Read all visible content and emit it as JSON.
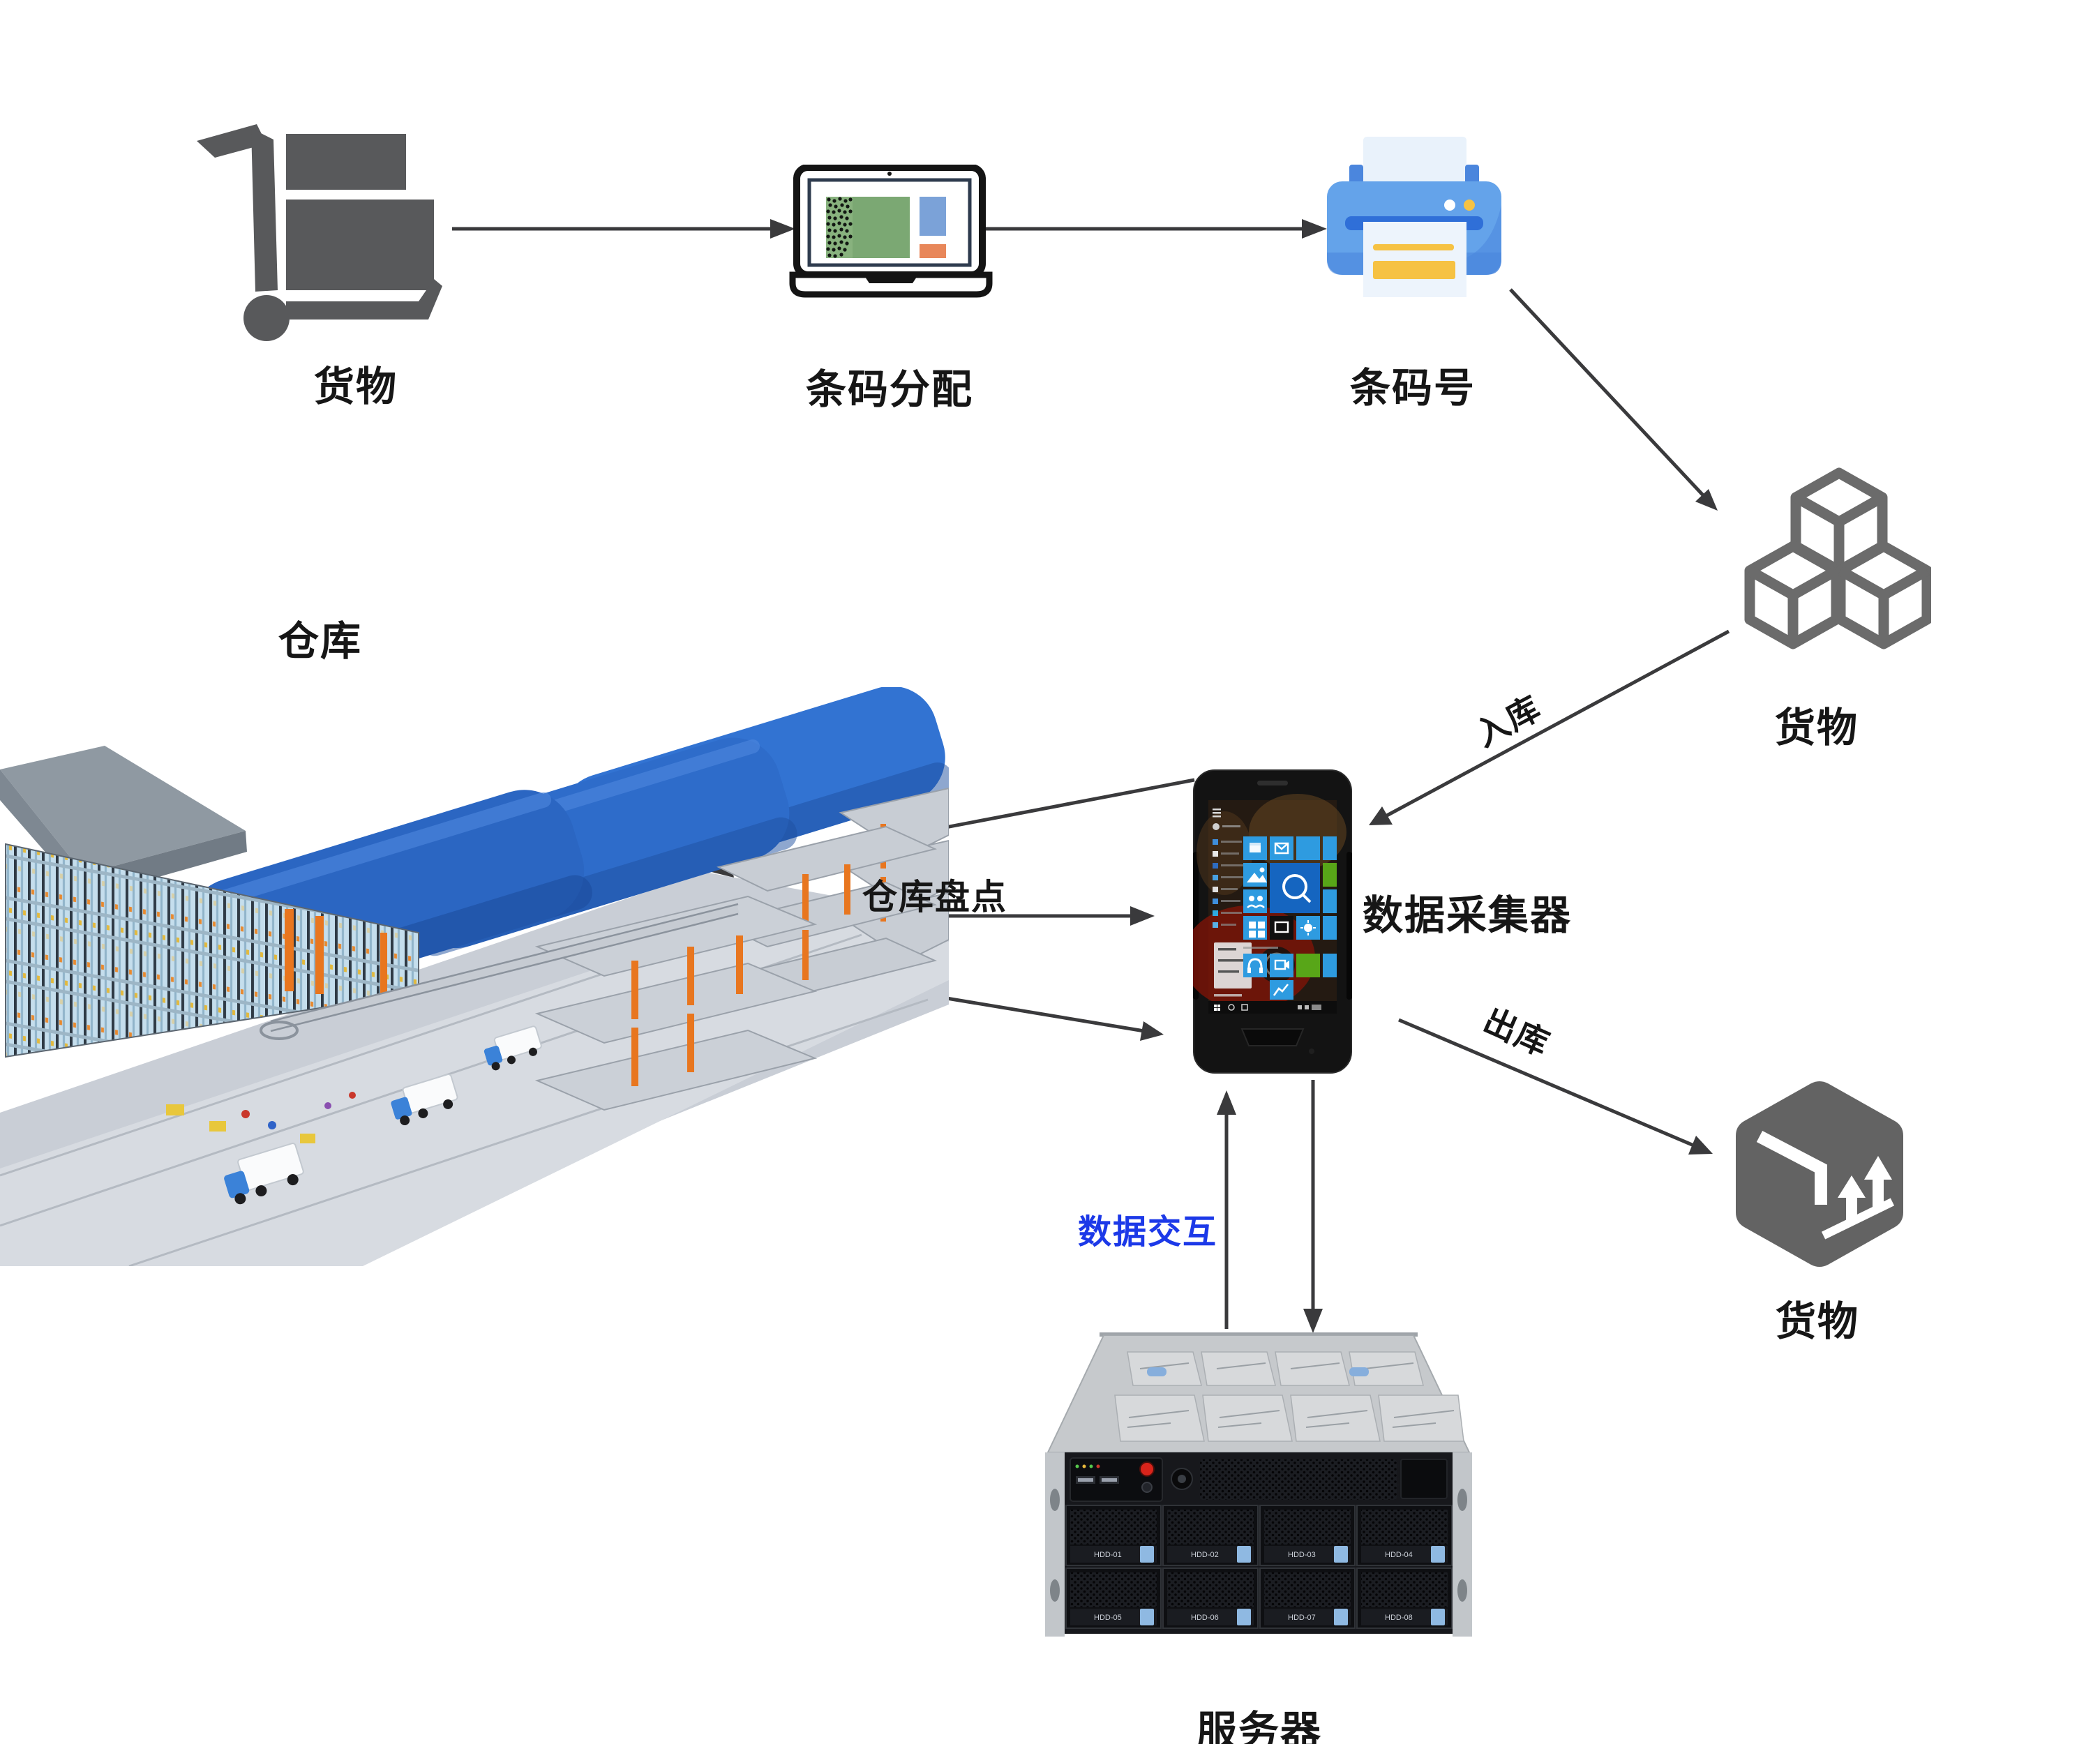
{
  "nodes": {
    "goods_top": {
      "label": "货物"
    },
    "barcode_allocation": {
      "label": "条码分配"
    },
    "barcode_number": {
      "label": "条码号"
    },
    "goods_right": {
      "label": "货物"
    },
    "warehouse": {
      "label": "仓库"
    },
    "data_collector": {
      "label": "数据采集器"
    },
    "goods_bottom": {
      "label": "货物"
    },
    "server": {
      "label": "服务器"
    }
  },
  "edges": {
    "inbound": {
      "label": "入库"
    },
    "outbound": {
      "label": "出库"
    },
    "stocktake": {
      "label": "仓库盘点"
    },
    "data_exchange": {
      "label": "数据交互",
      "color": "#1C39E8"
    }
  },
  "server": {
    "bays": [
      "HDD-01",
      "HDD-02",
      "HDD-03",
      "HDD-04",
      "HDD-05",
      "HDD-06",
      "HDD-07",
      "HDD-08"
    ]
  },
  "colors": {
    "arrow": "#3A3A3C",
    "data_exchange_text": "#1C39E8",
    "printer_blue": "#64A3EA",
    "printer_slot_blue": "#2F6FD8",
    "printer_yellow": "#F6C243",
    "roof_blue": "#2E6CCA",
    "icon_gray": "#58595B",
    "cube_outline": "#6B6B6B",
    "screen_green": "#7BA873",
    "screen_blue": "#7BA2D8",
    "screen_orange": "#E8875A"
  }
}
